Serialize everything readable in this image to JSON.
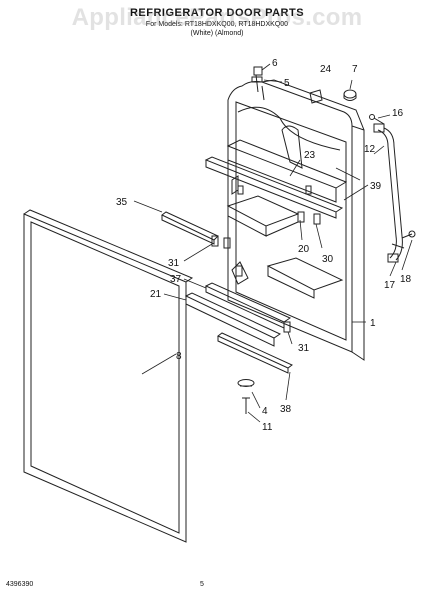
{
  "header": {
    "title": "REFRIGERATOR DOOR PARTS",
    "models": "For Models: RT18HDXKQ00, RT18HDXKQ00",
    "colors": "(White)          (Almond)"
  },
  "watermark": "AppliancePartsPros.com",
  "footer": {
    "doc_number": "4396390",
    "page_number": "5"
  },
  "callouts": [
    {
      "id": "callout-6",
      "label": "6"
    },
    {
      "id": "callout-5",
      "label": "5"
    },
    {
      "id": "callout-24",
      "label": "24"
    },
    {
      "id": "callout-7",
      "label": "7"
    },
    {
      "id": "callout-16",
      "label": "16"
    },
    {
      "id": "callout-12",
      "label": "12"
    },
    {
      "id": "callout-23",
      "label": "23"
    },
    {
      "id": "callout-39",
      "label": "39"
    },
    {
      "id": "callout-35",
      "label": "35"
    },
    {
      "id": "callout-20",
      "label": "20"
    },
    {
      "id": "callout-30",
      "label": "30"
    },
    {
      "id": "callout-31a",
      "label": "31"
    },
    {
      "id": "callout-17",
      "label": "17"
    },
    {
      "id": "callout-18",
      "label": "18"
    },
    {
      "id": "callout-37",
      "label": "37"
    },
    {
      "id": "callout-21",
      "label": "21"
    },
    {
      "id": "callout-1",
      "label": "1"
    },
    {
      "id": "callout-31b",
      "label": "31"
    },
    {
      "id": "callout-8",
      "label": "8"
    },
    {
      "id": "callout-4",
      "label": "4"
    },
    {
      "id": "callout-38",
      "label": "38"
    },
    {
      "id": "callout-11",
      "label": "11"
    }
  ]
}
